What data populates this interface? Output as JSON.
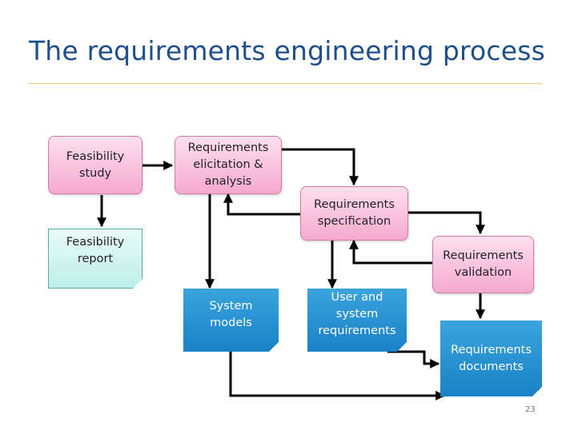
{
  "title": "The requirements engineering process",
  "nodes": {
    "feasibility_study": "Feasibility\nstudy",
    "elicitation": "Requirements\nelicitation &\nanalysis",
    "specification": "Requirements\nspecification",
    "feasibility_report": "Feasibility\nreport",
    "validation": "Requirements\nvalidation",
    "system_models": "System\nmodels",
    "user_system_requirements": "User and\nsystem\nrequirements",
    "requirements_documents": "Requirements\ndocuments"
  },
  "colors": {
    "process_box": "#f6a9cf",
    "document_green": "#bcefe9",
    "document_blue": "#1a81c6",
    "title": "#1f4e8c"
  },
  "page_number": "23"
}
